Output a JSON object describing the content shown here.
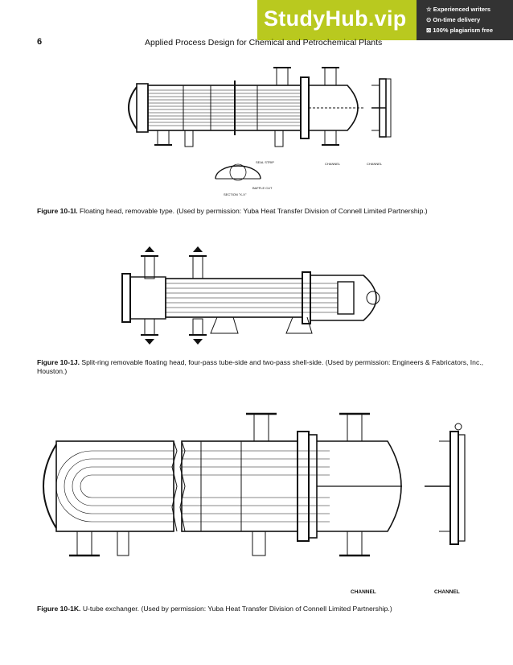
{
  "banner": {
    "logo": "StudyHub.vip",
    "features": [
      "☆ Experienced writers",
      "⊙ On-time delivery",
      "⊠ 100% plagiarism free"
    ],
    "brand_color": "#b9c91f",
    "dark_color": "#333333"
  },
  "page": {
    "number": "6",
    "running_head": "Applied Process Design for Chemical and Petrochemical Plants"
  },
  "figures": [
    {
      "id": "Figure 10-1I.",
      "caption": "Floating head, removable type. (Used by permission: Yuba Heat Transfer Division of Connell Limited Partnership.)",
      "labels": [
        "SEAL STRIP",
        "BAFFLE CUT",
        "SECTION \"X-X\"",
        "CHANNEL",
        "CHANNEL"
      ]
    },
    {
      "id": "Figure 10-1J.",
      "caption": "Split-ring removable floating head, four-pass tube-side and two-pass shell-side. (Used by permission: Engineers & Fabricators, Inc., Houston.)",
      "labels": []
    },
    {
      "id": "Figure 10-1K.",
      "caption": "U-tube exchanger. (Used by permission: Yuba Heat Transfer Division of Connell Limited Partnership.)",
      "labels": [
        "CHANNEL",
        "CHANNEL"
      ]
    }
  ]
}
